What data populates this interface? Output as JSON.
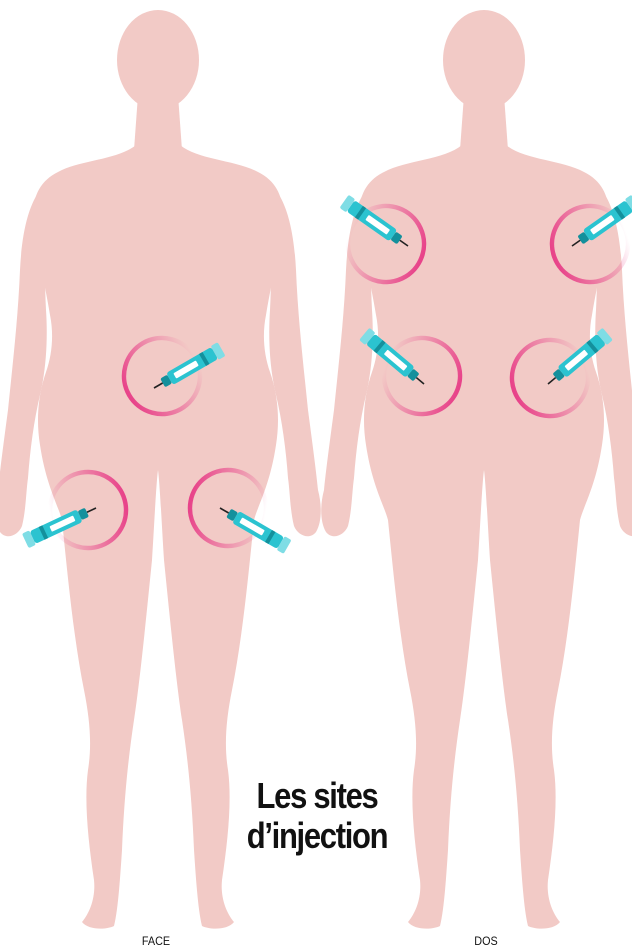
{
  "title": {
    "line1": "Les sites",
    "line2": "d’injection"
  },
  "figures": [
    {
      "caption": "FACE"
    },
    {
      "caption": "DOS"
    }
  ],
  "colors": {
    "skin": "#f2cac6",
    "ring": "#e8448a",
    "pen_body": "#2bc3d0",
    "pen_dark": "#14909c",
    "pen_window": "#ffffff",
    "text": "#111111"
  },
  "icons": {
    "injection_pen": "injection-pen-icon",
    "site_marker": "injection-site-ring-icon"
  }
}
